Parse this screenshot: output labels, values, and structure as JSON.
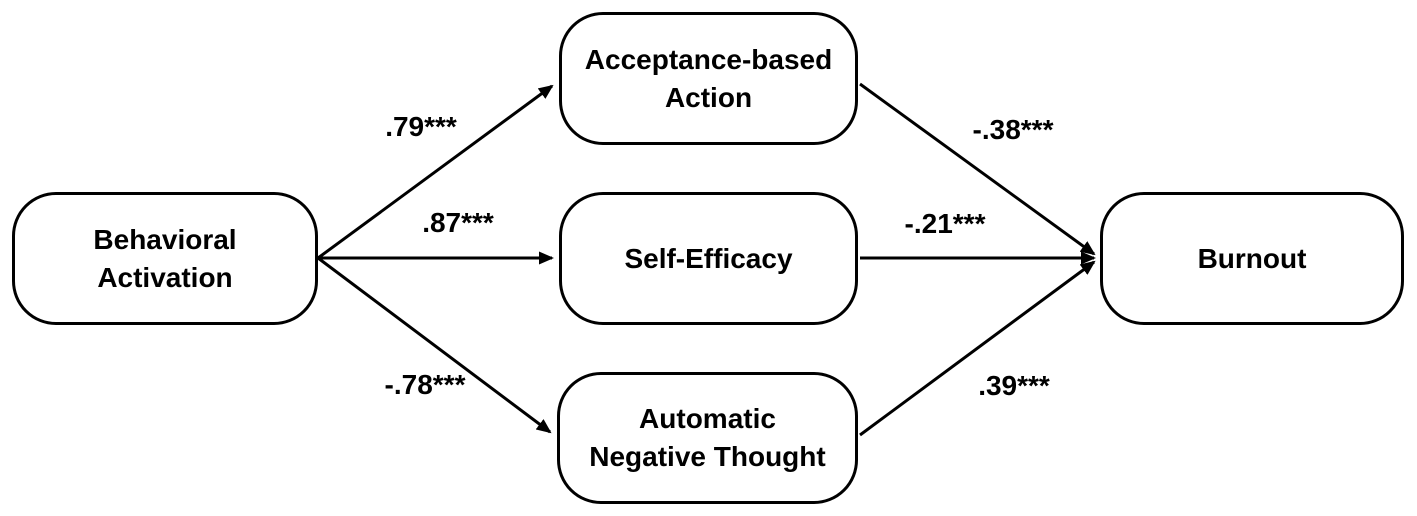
{
  "diagram": {
    "type": "path-model",
    "background_color": "#ffffff",
    "line_color": "#000000",
    "nodes": {
      "behavioral_activation": {
        "lines": [
          "Behavioral",
          "Activation"
        ]
      },
      "acceptance_based_action": {
        "lines": [
          "Acceptance-based",
          "Action"
        ]
      },
      "self_efficacy": {
        "lines": [
          "Self-Efficacy"
        ]
      },
      "automatic_negative_thought": {
        "lines": [
          "Automatic",
          "Negative Thought"
        ]
      },
      "burnout": {
        "lines": [
          "Burnout"
        ]
      }
    },
    "edges": [
      {
        "from": "behavioral_activation",
        "to": "acceptance_based_action",
        "label": ".79***"
      },
      {
        "from": "behavioral_activation",
        "to": "self_efficacy",
        "label": ".87***"
      },
      {
        "from": "behavioral_activation",
        "to": "automatic_negative_thought",
        "label": "-.78***"
      },
      {
        "from": "acceptance_based_action",
        "to": "burnout",
        "label": "-.38***"
      },
      {
        "from": "self_efficacy",
        "to": "burnout",
        "label": "-.21***"
      },
      {
        "from": "automatic_negative_thought",
        "to": "burnout",
        "label": ".39***"
      }
    ]
  }
}
